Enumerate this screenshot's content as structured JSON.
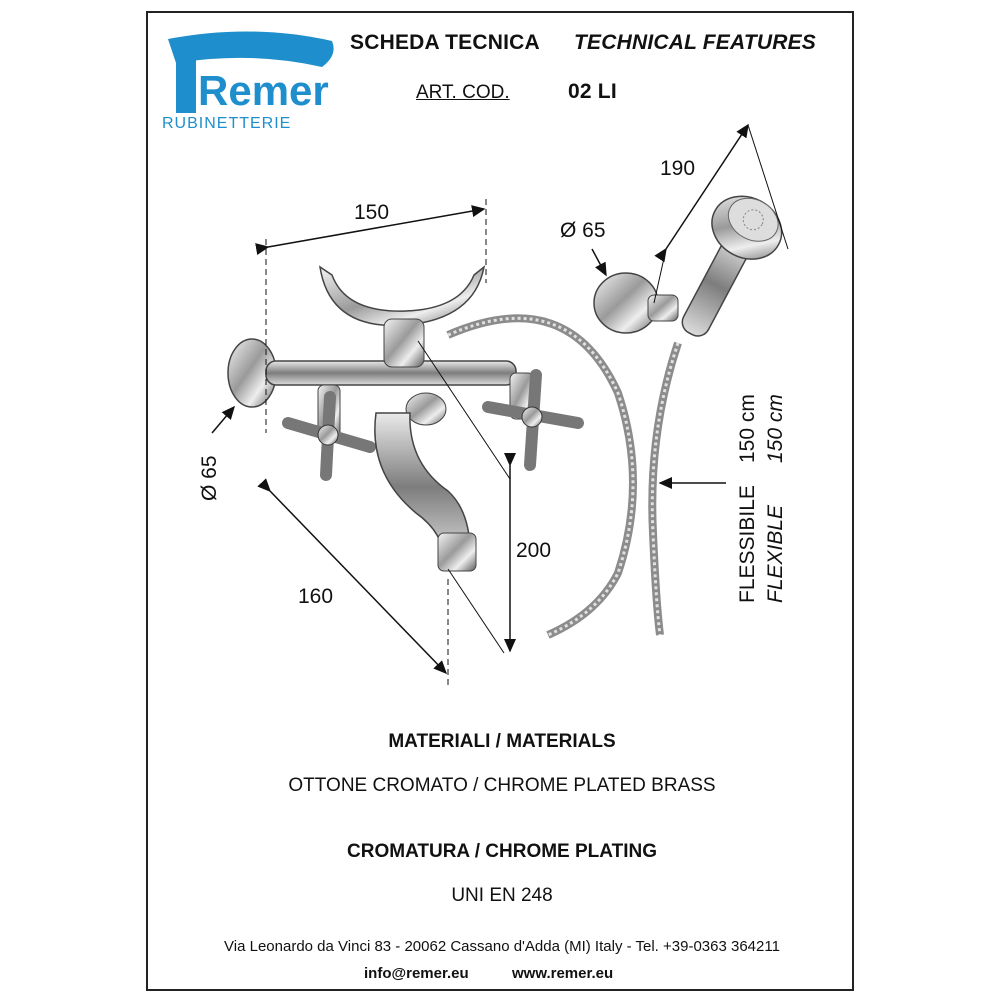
{
  "header": {
    "brand_name": "Remer",
    "brand_sub": "RUBINETTERIE",
    "title_it": "SCHEDA TECNICA",
    "title_en": "TECHNICAL FEATURES",
    "art_label": "ART. COD.",
    "art_code": "02 LI"
  },
  "dimensions": {
    "width_top": "150",
    "shower_length": "190",
    "wall_flange_right": "Ø 65",
    "wall_flange_left": "Ø 65",
    "height": "200",
    "depth": "160",
    "hose_it": "FLESSIBILE",
    "hose_len_it": "150 cm",
    "hose_en": "FLEXIBLE",
    "hose_len_en": "150 cm"
  },
  "specs": {
    "materials_title": "MATERIALI / MATERIALS",
    "materials_value": "OTTONE CROMATO / CHROME PLATED BRASS",
    "plating_title": "CROMATURA / CHROME PLATING",
    "plating_value": "UNI EN 248"
  },
  "footer": {
    "address": "Via Leonardo da Vinci 83 - 20062 Cassano d'Adda (MI) Italy - Tel. +39-0363 364211",
    "email": "info@remer.eu",
    "website": "www.remer.eu"
  },
  "colors": {
    "brand_blue": "#1e8fcc",
    "chrome_dark": "#555555",
    "chrome_light": "#e8e8e8"
  }
}
